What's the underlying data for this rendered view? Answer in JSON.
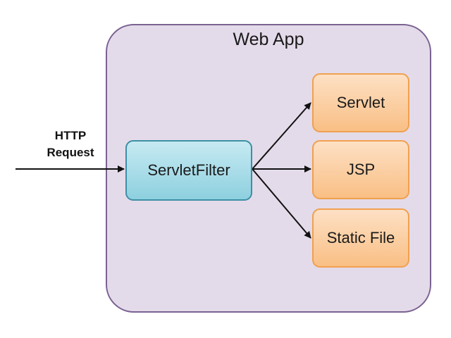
{
  "diagram": {
    "container": {
      "title": "Web App"
    },
    "input": {
      "line1": "HTTP",
      "line2": "Request"
    },
    "filter": {
      "label": "ServletFilter"
    },
    "targets": [
      {
        "label": "Servlet"
      },
      {
        "label": "JSP"
      },
      {
        "label": "Static File"
      }
    ]
  },
  "colors": {
    "container_fill": "#e4dbea",
    "container_border": "#7a6291",
    "filter_fill": "#a8deea",
    "filter_border": "#3e8fa5",
    "target_fill": "#fbcd9e",
    "target_border": "#f0a050",
    "arrow": "#111111"
  }
}
